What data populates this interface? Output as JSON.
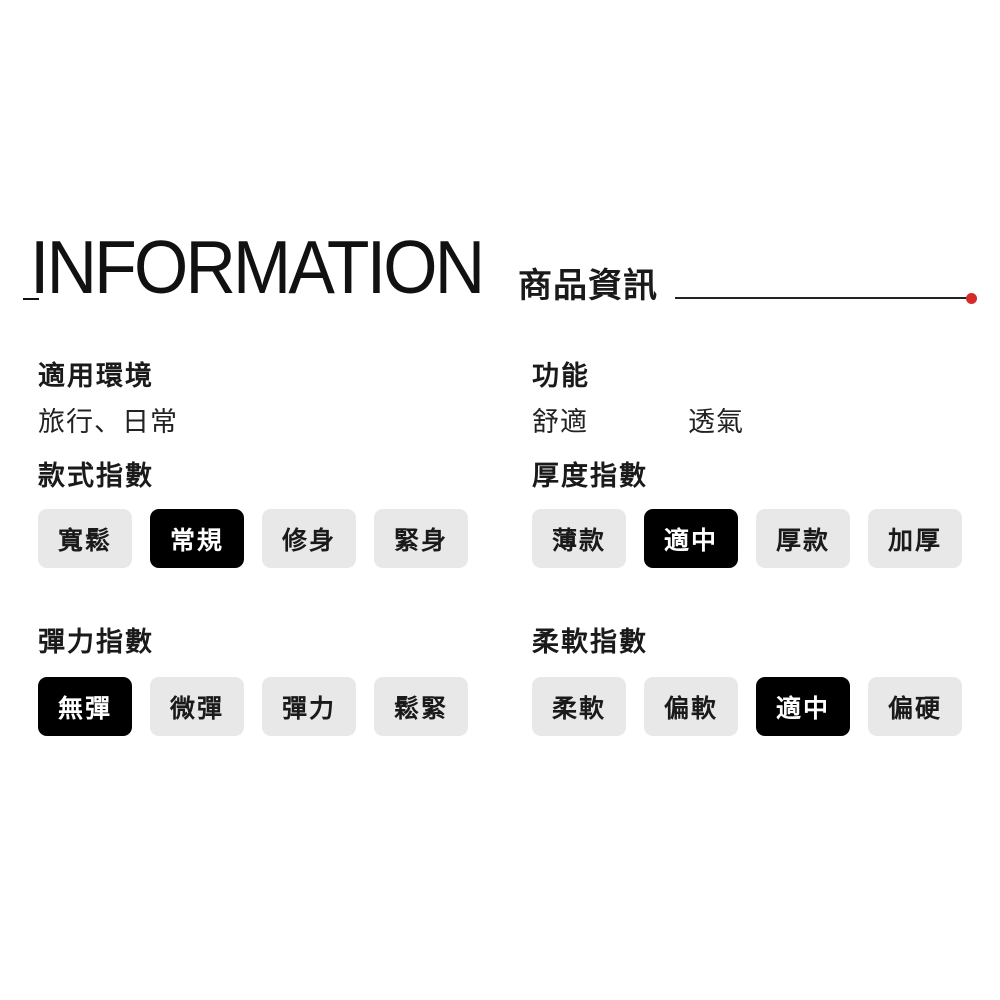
{
  "header": {
    "title": "INFORMATION",
    "subtitle": "商品資訊",
    "accent_color": "#d62b2b"
  },
  "sections": {
    "environment": {
      "label": "適用環境",
      "values": [
        "旅行、日常"
      ]
    },
    "function": {
      "label": "功能",
      "values": [
        "舒適",
        "透氣"
      ]
    },
    "fit_index": {
      "label": "款式指數",
      "options": [
        "寬鬆",
        "常規",
        "修身",
        "緊身"
      ],
      "selected": "常規"
    },
    "thickness_index": {
      "label": "厚度指數",
      "options": [
        "薄款",
        "適中",
        "厚款",
        "加厚"
      ],
      "selected": "適中"
    },
    "elasticity_index": {
      "label": "彈力指數",
      "options": [
        "無彈",
        "微彈",
        "彈力",
        "鬆緊"
      ],
      "selected": "無彈"
    },
    "softness_index": {
      "label": "柔軟指數",
      "options": [
        "柔軟",
        "偏軟",
        "適中",
        "偏硬"
      ],
      "selected": "適中"
    }
  },
  "colors": {
    "pill_bg": "#e8e8e8",
    "pill_active_bg": "#000000",
    "pill_active_text": "#ffffff"
  }
}
